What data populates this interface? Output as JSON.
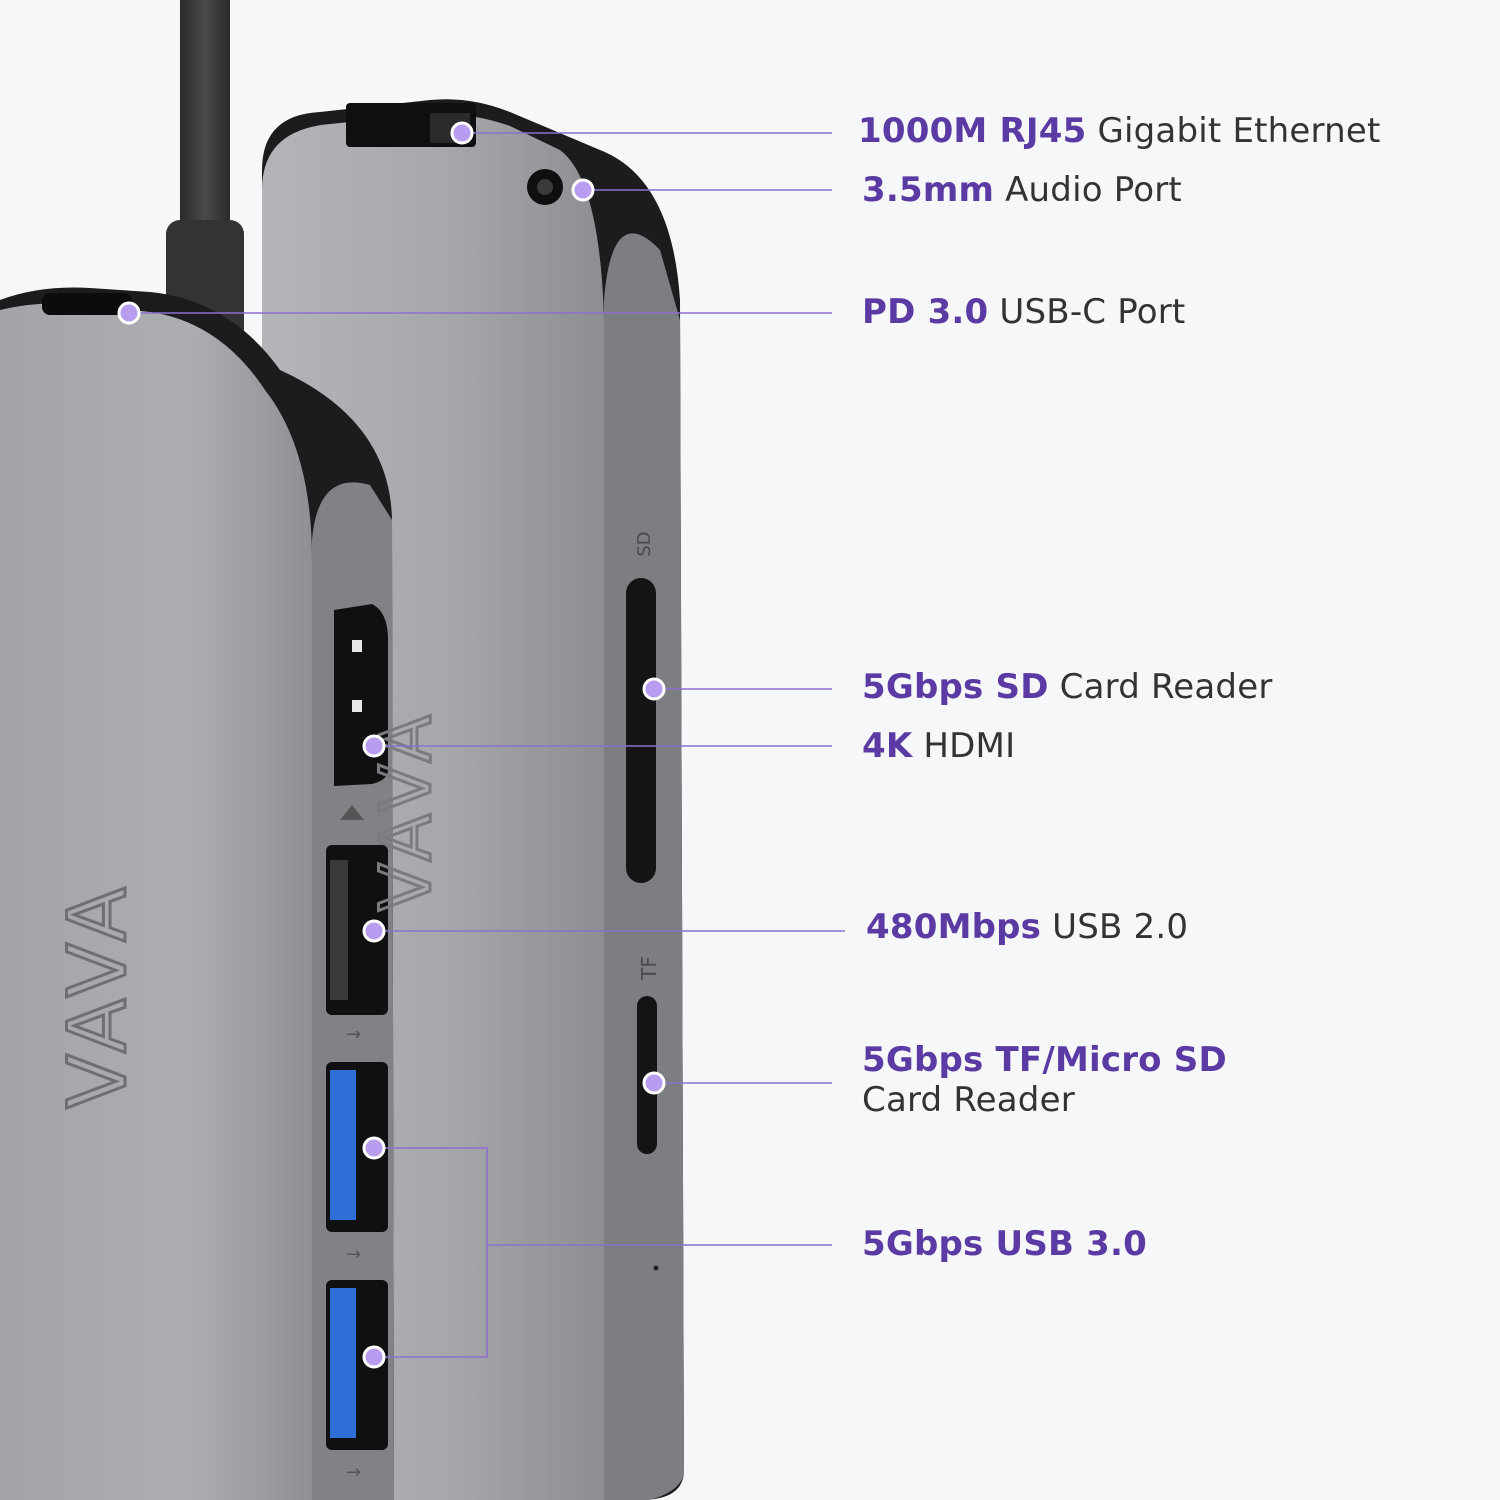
{
  "labels": {
    "ethernet": {
      "bold": "1000M RJ45",
      "rest": " Gigabit Ethernet"
    },
    "audio": {
      "bold": "3.5mm",
      "rest": " Audio Port"
    },
    "pd": {
      "bold": "PD 3.0",
      "rest": " USB-C Port"
    },
    "sd": {
      "bold": "5Gbps SD",
      "rest": " Card Reader"
    },
    "hdmi": {
      "bold": "4K",
      "rest": " HDMI"
    },
    "usb2": {
      "bold": "480Mbps",
      "rest": " USB 2.0"
    },
    "tf": {
      "bold": "5Gbps TF/Micro SD",
      "rest": "Card Reader"
    },
    "usb3": {
      "bold": "5Gbps USB 3.0",
      "rest": ""
    }
  },
  "device_marks": {
    "sd_slot": "SD",
    "tf_slot": "TF",
    "brand_logo": "VAVA"
  },
  "colors": {
    "accent": "#5b3aa3",
    "leader_line": "#8c6fd1",
    "dot": "#b89cf0",
    "body": "#9d9ea3",
    "trim": "#1c1c1e",
    "usb3_blue": "#2f6fd9"
  }
}
